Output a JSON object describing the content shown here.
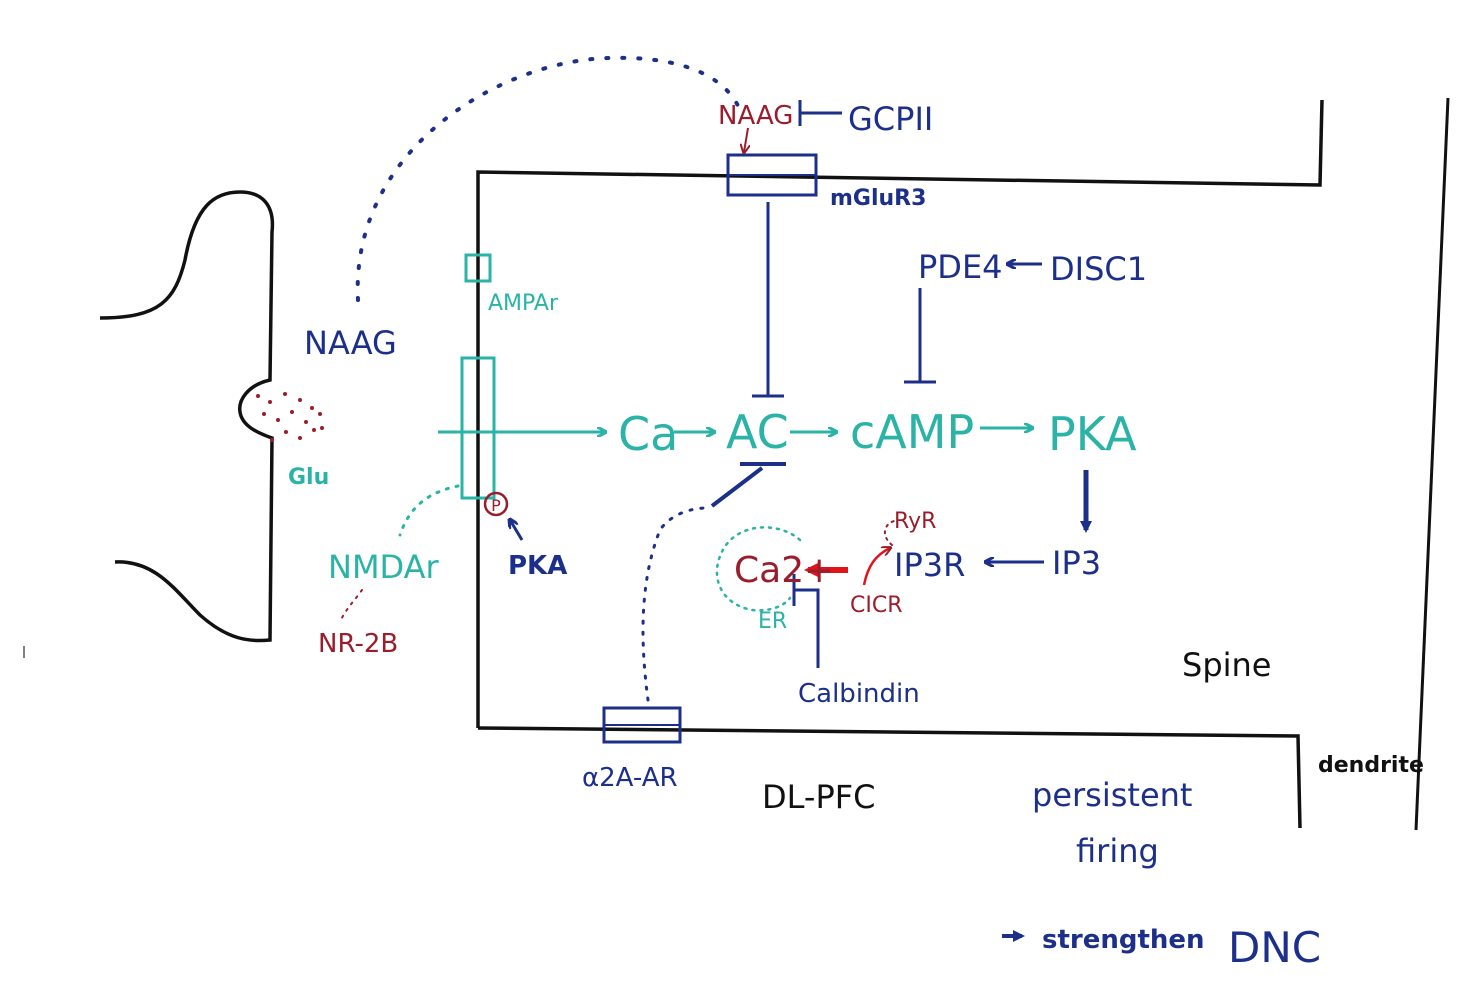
{
  "labels": {
    "naag_top": "NAAG",
    "gcp2": "GCPII",
    "mglur3": "mGluR3",
    "ampar": "AMPAr",
    "naag_left": "NAAG",
    "glu": "Glu",
    "nmdar": "NMDAr",
    "nr2b": "NR-2B",
    "pka_small": "PKA",
    "phospho": "P",
    "ca": "Ca",
    "ac": "AC",
    "camp": "cAMP",
    "pka": "PKA",
    "pde4": "PDE4",
    "disc1": "DISC1",
    "ryr": "RyR",
    "ip3r": "IP3R",
    "ip3": "IP3",
    "ca2": "Ca2+",
    "cicr": "CICR",
    "er": "ER",
    "calbindin": "Calbindin",
    "a2a_ar": "α2A-AR",
    "dlpfc": "DL-PFC",
    "spine": "Spine",
    "dendrite": "dendrite",
    "persistent": "persistent",
    "firing": "firing",
    "strengthen": "strengthen",
    "dnc": "DNC"
  },
  "colors": {
    "black": "#111111",
    "navy": "#1c2f8a",
    "teal": "#2ab3a6",
    "darkred": "#9b1d2c",
    "red": "#e0151c"
  }
}
